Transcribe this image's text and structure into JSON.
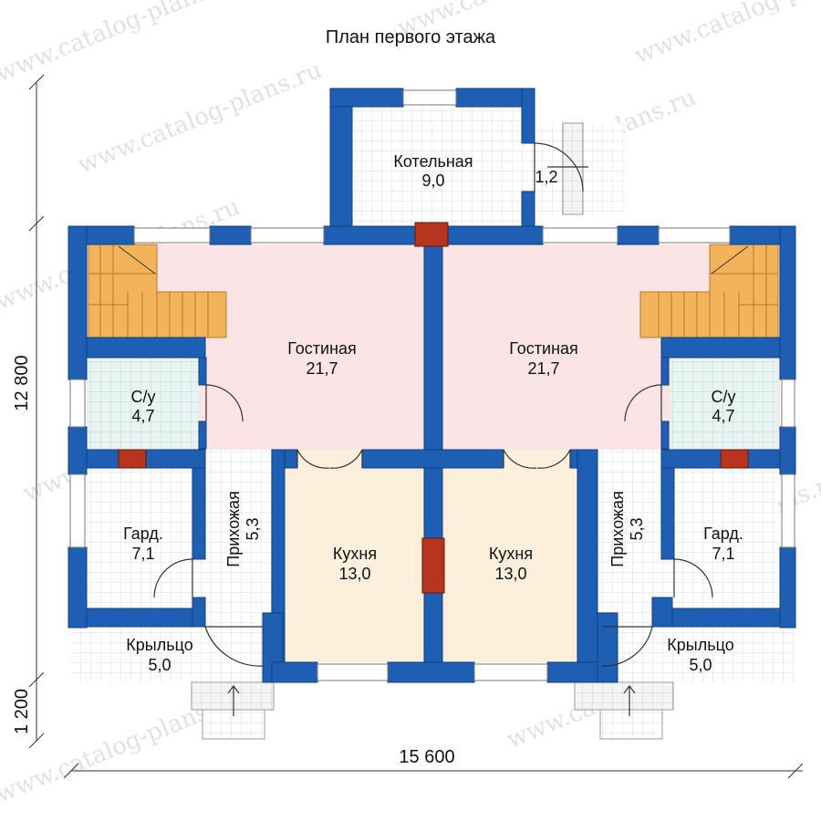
{
  "title": "План первого этажа",
  "rooms": {
    "boiler": {
      "name": "Котельная",
      "area": "9,0"
    },
    "vestibule": {
      "area": "1,2"
    },
    "living_left": {
      "name": "Гостиная",
      "area": "21,7"
    },
    "living_right": {
      "name": "Гостиная",
      "area": "21,7"
    },
    "bath_left": {
      "name": "С/у",
      "area": "4,7"
    },
    "bath_right": {
      "name": "С/у",
      "area": "4,7"
    },
    "ward_left": {
      "name": "Гард.",
      "area": "7,1"
    },
    "ward_right": {
      "name": "Гард.",
      "area": "7,1"
    },
    "hall_left": {
      "name": "Прихожая",
      "area": "5,3"
    },
    "hall_right": {
      "name": "Прихожая",
      "area": "5,3"
    },
    "kitchen_left": {
      "name": "Кухня",
      "area": "13,0"
    },
    "kitchen_right": {
      "name": "Кухня",
      "area": "13,0"
    },
    "porch_left": {
      "name": "Крыльцо",
      "area": "5,0"
    },
    "porch_right": {
      "name": "Крыльцо",
      "area": "5,0"
    }
  },
  "dimensions": {
    "width": "15 600",
    "depth": "12 800",
    "porch": "1 200"
  },
  "watermark": "www.catalog-plans.ru",
  "colors": {
    "wall": "#1e5fb4",
    "living": "#fbe4e6",
    "kitchen": "#fcf0dc",
    "bath": "#e8f4f2",
    "stairs": "#f3b35a",
    "chimney": "#b8351d",
    "grid": "#d5dbe6"
  }
}
